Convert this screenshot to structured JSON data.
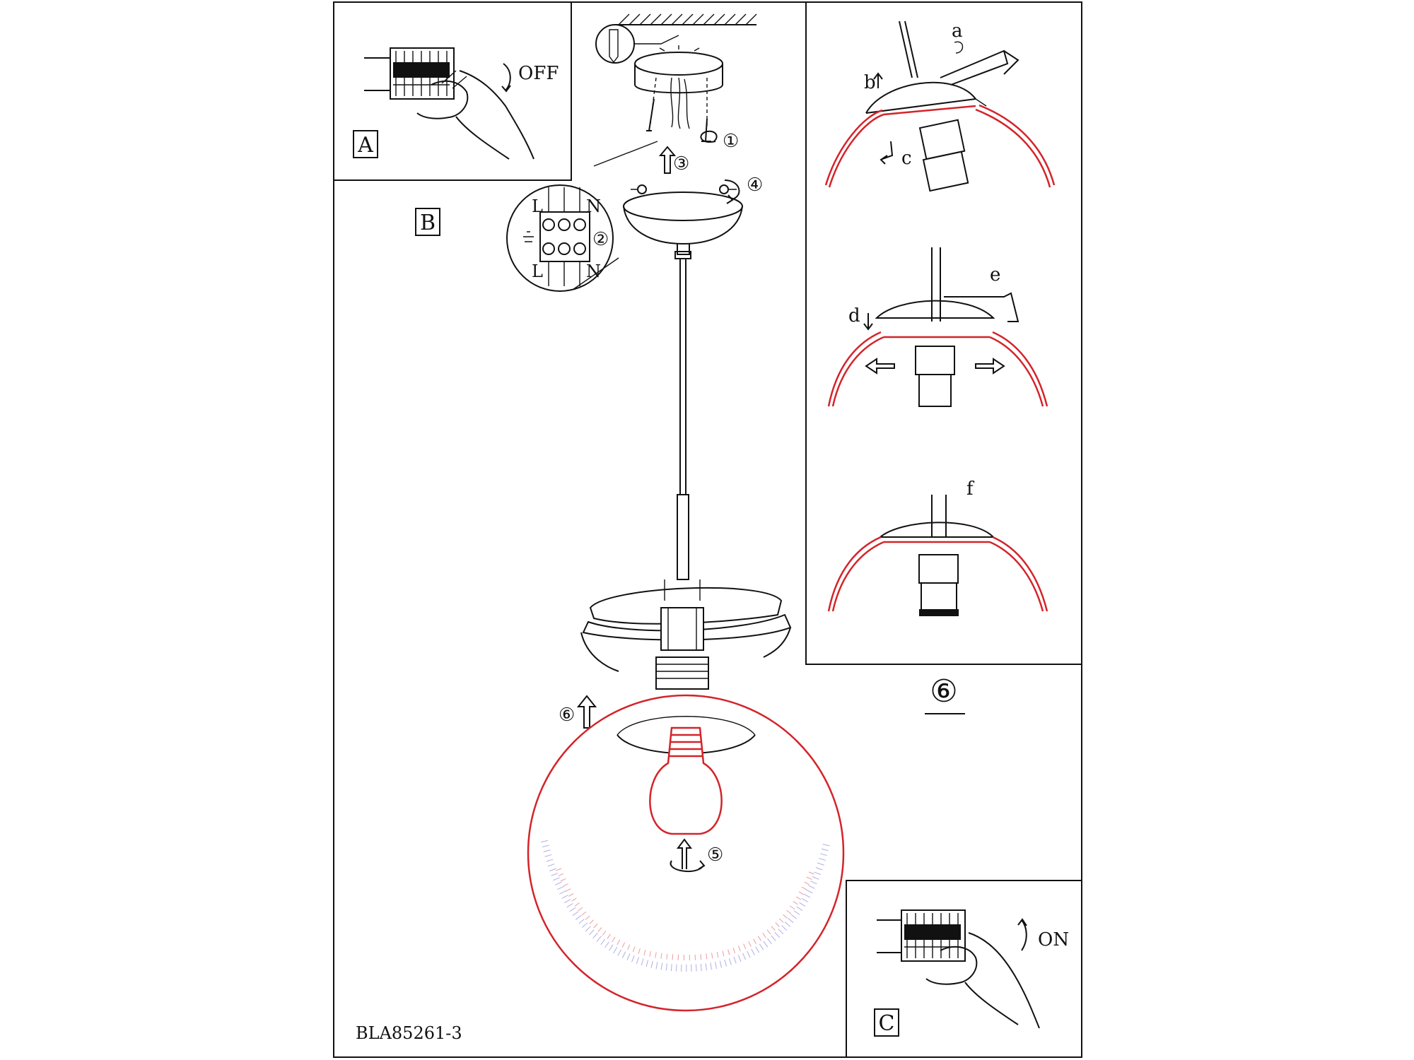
{
  "panels": {
    "a": {
      "label": "A",
      "switch_text": "OFF"
    },
    "b": {
      "label": "B"
    },
    "c": {
      "label": "C",
      "switch_text": "ON"
    }
  },
  "steps": {
    "s1": "①",
    "s2": "②",
    "s3": "③",
    "s4": "④",
    "s5": "⑤",
    "s6": "⑥",
    "step6_caption": "⑥"
  },
  "terminal_labels": {
    "live": "L",
    "neutral": "N"
  },
  "detail_letters": {
    "a": "a",
    "b": "b",
    "c": "c",
    "d": "d",
    "e": "e",
    "f": "f"
  },
  "model_code": "BLA85261-3",
  "colors": {
    "line": "#111111",
    "glass": "#d3242a",
    "dots": "#6b6bd6"
  }
}
